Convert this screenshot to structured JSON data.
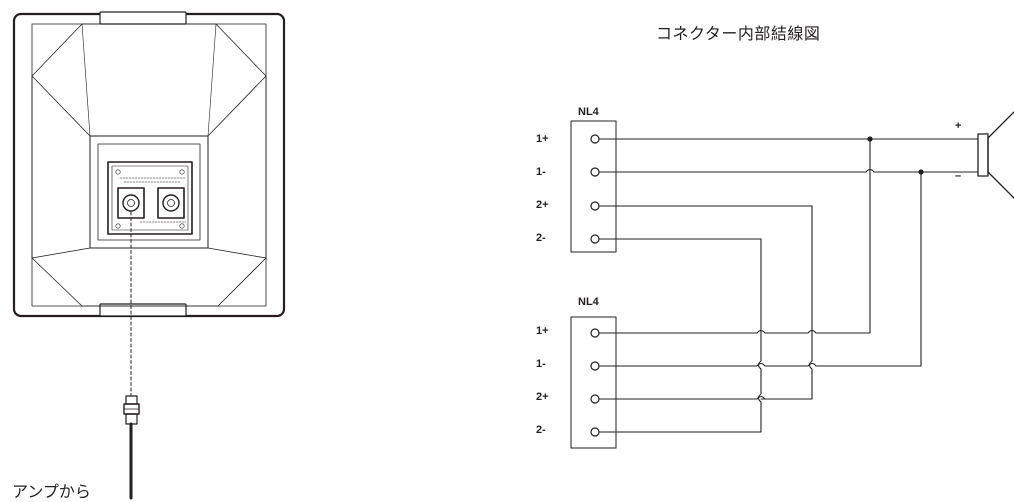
{
  "diagram": {
    "title": "コネクター内部結線図",
    "source_caption": "アンプから",
    "connectors": [
      {
        "name": "NL4",
        "pins": [
          "1+",
          "1-",
          "2+",
          "2-"
        ]
      },
      {
        "name": "NL4",
        "pins": [
          "1+",
          "1-",
          "2+",
          "2-"
        ]
      }
    ],
    "speaker": {
      "plus": "+",
      "minus": "–"
    }
  },
  "colors": {
    "line": "#231f20",
    "background": "#ffffff"
  }
}
